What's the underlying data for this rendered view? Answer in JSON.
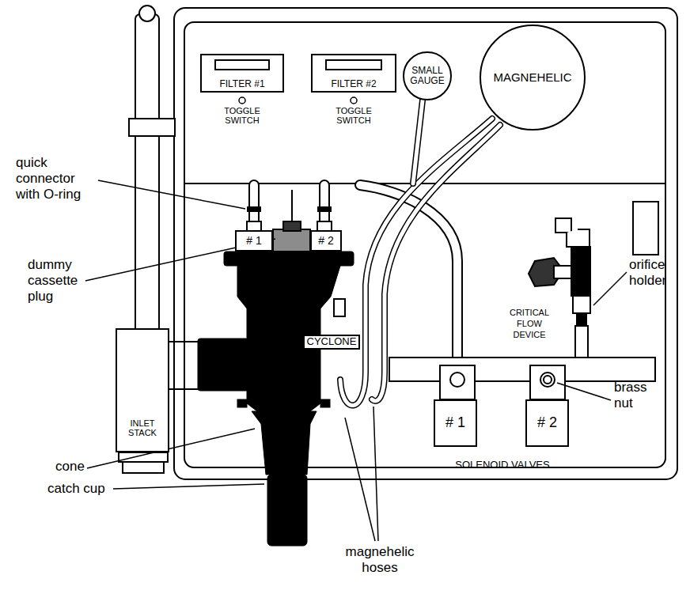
{
  "diagram": {
    "nodes": [
      {
        "text": [
          "FILTER #1",
          "TOGGLE SWITCH"
        ]
      },
      {
        "text": [
          "FILTER #2",
          "TOGGLE SWITCH"
        ]
      },
      {
        "text": [
          "SMALL GAUGE"
        ]
      },
      {
        "text": [
          "MAGNEHELIC"
        ]
      },
      {
        "text": [
          "# 1"
        ]
      },
      {
        "text": [
          "# 2"
        ]
      },
      {
        "text": [
          "INLET STACK"
        ]
      },
      {
        "text": [
          "CYCLONE"
        ]
      },
      {
        "text": [
          "# 1"
        ]
      },
      {
        "text": [
          "# 2"
        ]
      }
    ],
    "labels": [
      "quick connector with O-ring",
      "dummy cassette plug",
      "CRITICAL FLOW DEVICE",
      "orifice holder",
      "brass nut",
      "SOLENOID VALVES",
      "cone",
      "catch cup",
      "magnehelic hoses"
    ]
  }
}
